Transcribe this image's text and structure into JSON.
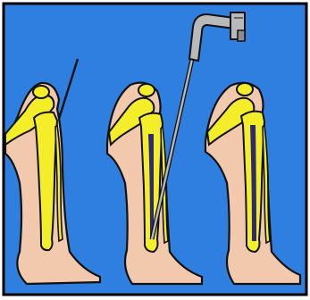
{
  "colors": {
    "background": "#2f7fe0",
    "skin": "#f2c9ad",
    "bone": "#f4ee2a",
    "outline": "#111111",
    "marrow": "#2c2a73",
    "instrument": "#b9b9b9",
    "border": "#000000"
  },
  "panels": [
    {
      "step": 1,
      "instrument": "guide-wire"
    },
    {
      "step": 2,
      "instrument": "reamer-drill"
    },
    {
      "step": 3,
      "instrument": "none"
    }
  ]
}
